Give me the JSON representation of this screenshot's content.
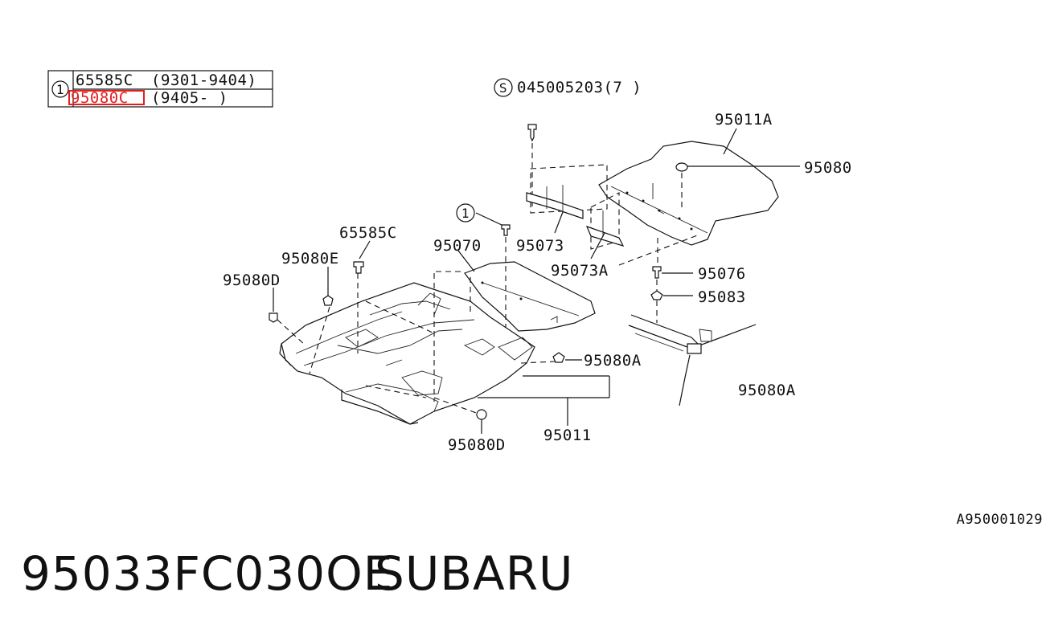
{
  "legend_table": {
    "ref_symbol": "1",
    "rows": [
      {
        "part": "65585C",
        "range": "(9301-9404)"
      },
      {
        "part": "95080C",
        "range": "(9405-    )"
      }
    ],
    "highlight_color": "#e02020"
  },
  "callouts": {
    "screw": {
      "symbol": "S",
      "text": "045005203(7 )"
    },
    "ref_one": "1",
    "labels": [
      "95011A",
      "95080",
      "95073",
      "95073A",
      "95076",
      "95083",
      "95070",
      "65585C",
      "95080E",
      "95080D",
      "95080A",
      "95011",
      "95080D",
      "95080A"
    ]
  },
  "drawing_code": "A950001029",
  "footer": {
    "part_number": "95033FC030OE",
    "brand": "SUBARU"
  }
}
